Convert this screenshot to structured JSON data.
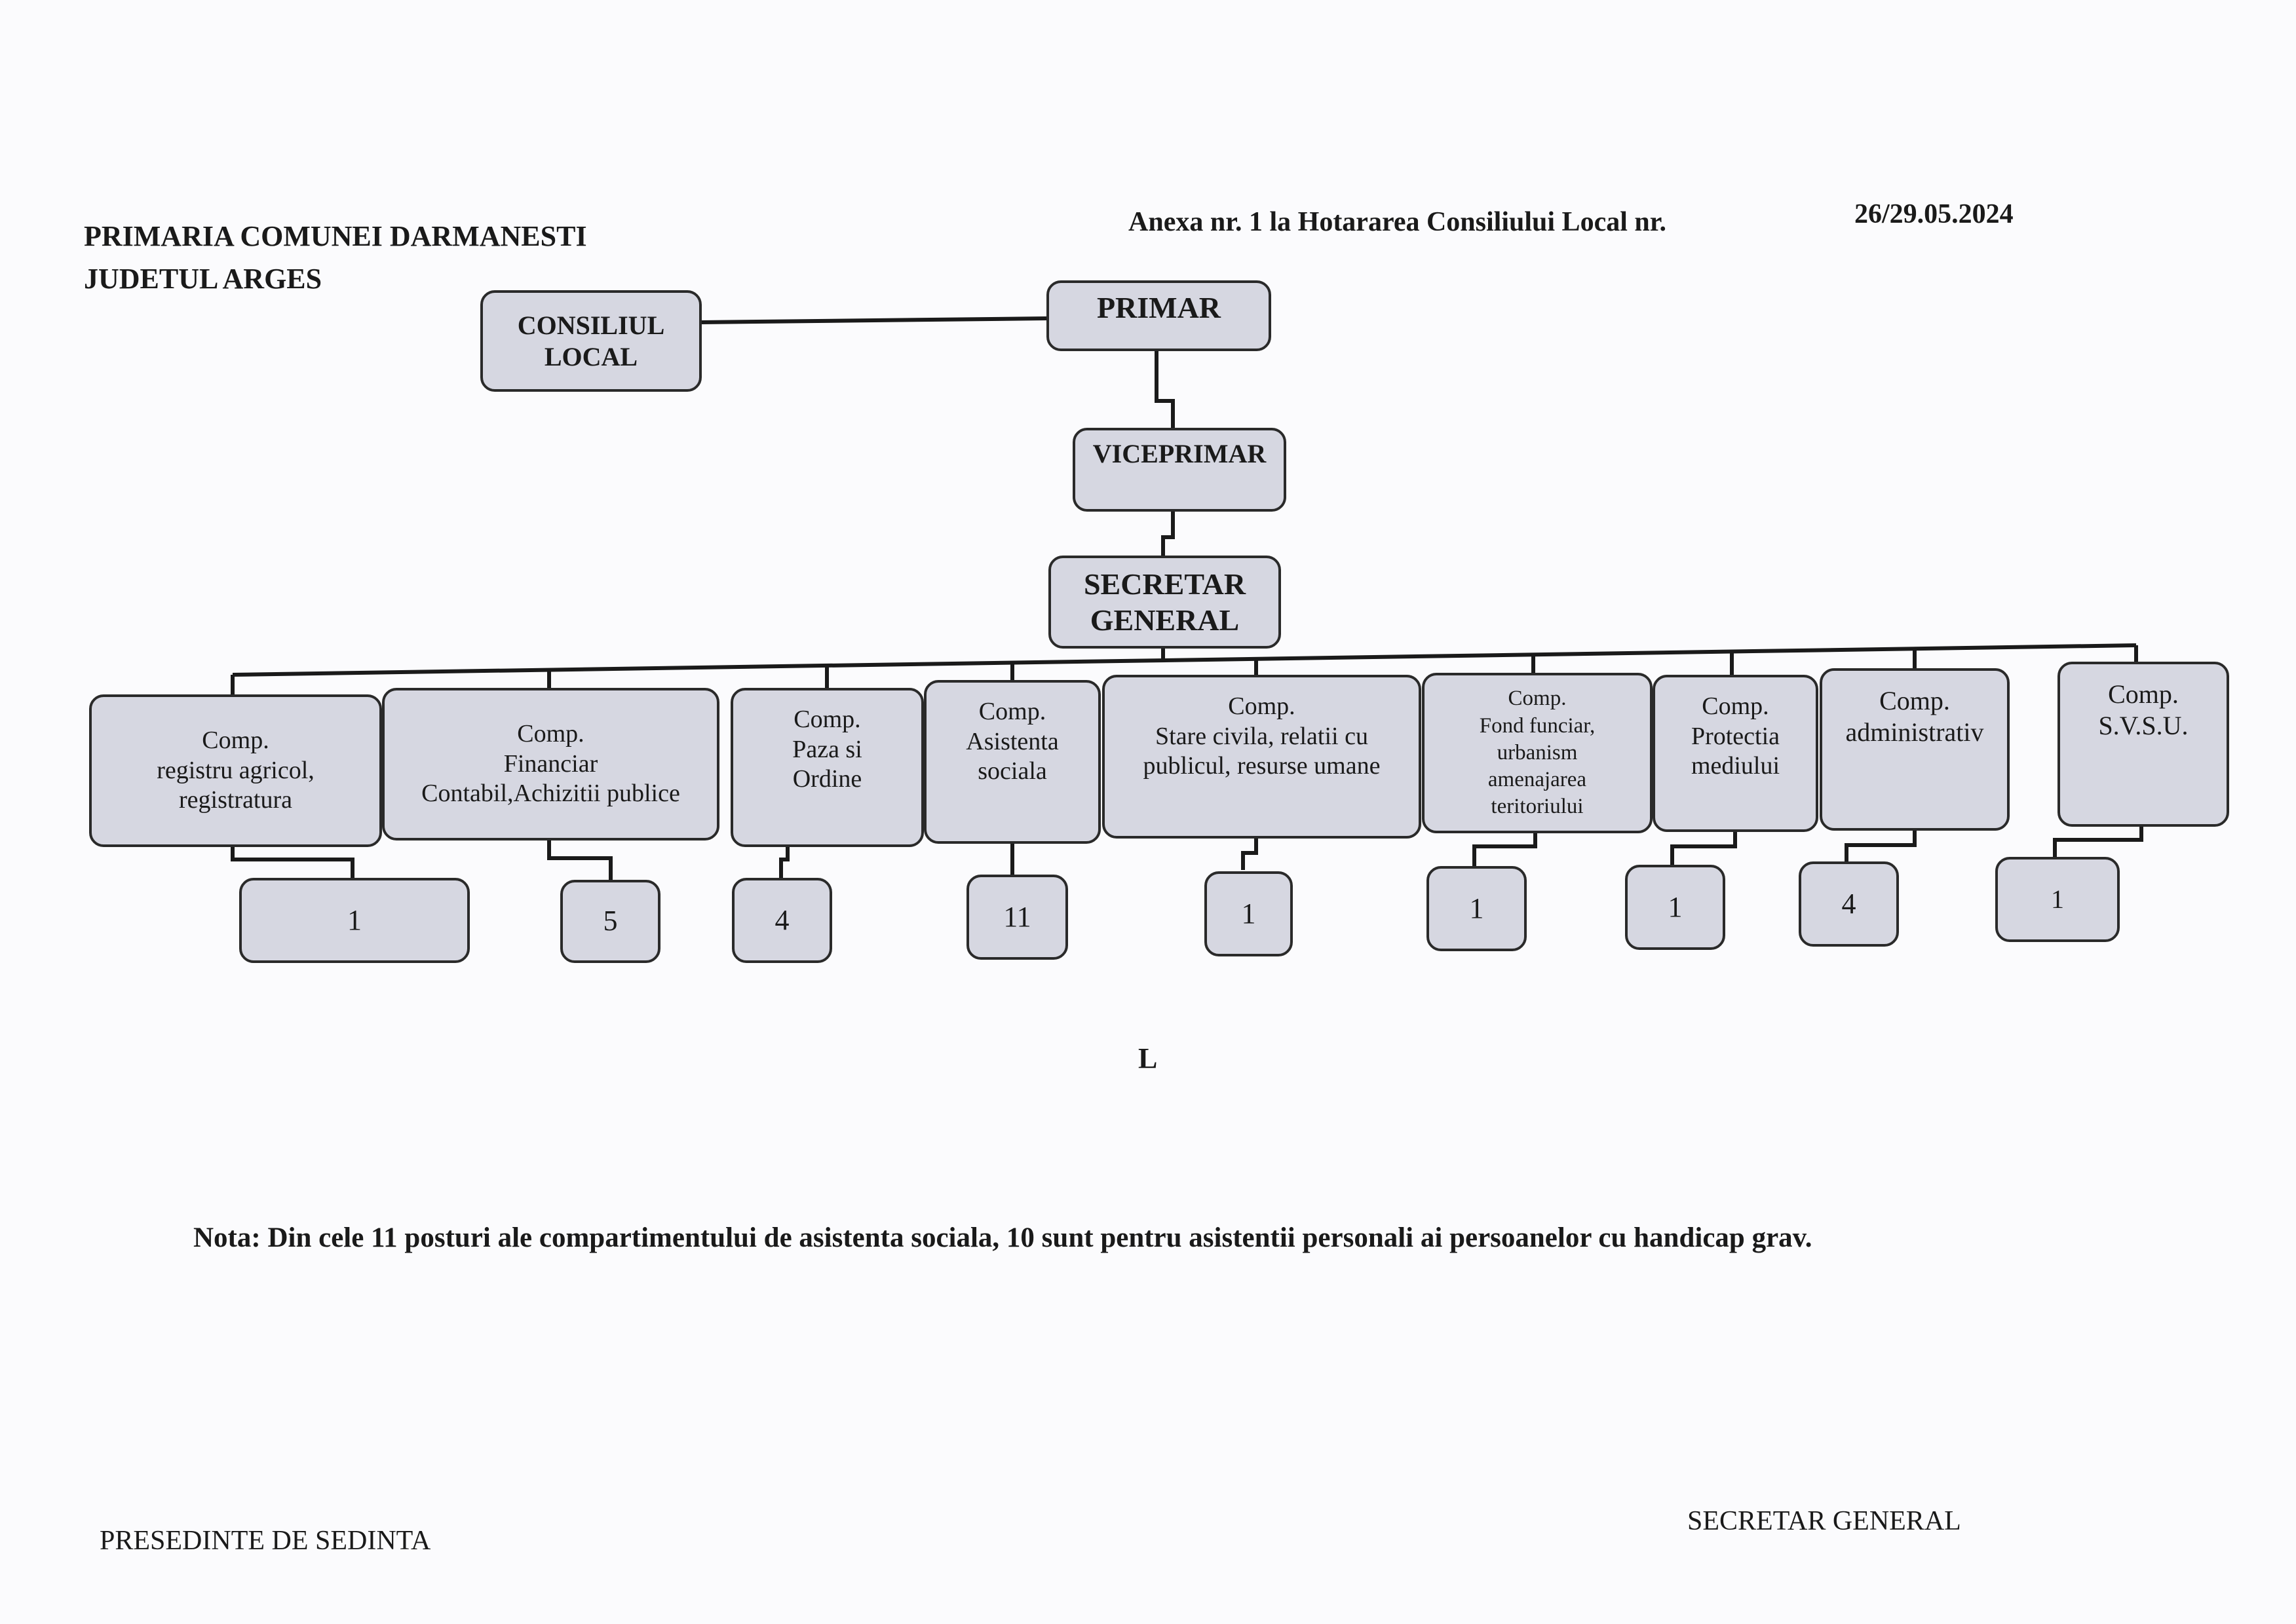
{
  "header": {
    "org_line1": "PRIMARIA COMUNEI DARMANESTI",
    "org_line2": "JUDETUL ARGES",
    "annex_text": "Anexa nr. 1 la Hotararea Consiliului Local  nr.",
    "annex_number": "26/29.05.2024"
  },
  "chart": {
    "council": {
      "line1": "CONSILIUL",
      "line2": "LOCAL"
    },
    "mayor": "PRIMAR",
    "vice_mayor": "VICEPRIMAR",
    "secretary": {
      "line1": "SECRETAR",
      "line2": "GENERAL"
    },
    "departments": [
      {
        "lines": [
          "Comp.",
          "registru agricol,",
          "registratura"
        ],
        "count": "1"
      },
      {
        "lines": [
          "Comp.",
          "Financiar",
          "Contabil,Achizitii publice"
        ],
        "count": "5"
      },
      {
        "lines": [
          "Comp.",
          "Paza si",
          "Ordine"
        ],
        "count": "4"
      },
      {
        "lines": [
          "Comp.",
          "Asistenta",
          "sociala"
        ],
        "count": "11"
      },
      {
        "lines": [
          "Comp.",
          "Stare civila, relatii cu",
          "publicul, resurse umane"
        ],
        "count": "1"
      },
      {
        "lines": [
          "Comp.",
          "Fond funciar,",
          "urbanism",
          "amenajarea",
          "teritoriului"
        ],
        "count": "1"
      },
      {
        "lines": [
          "Comp.",
          "Protectia",
          "mediului"
        ],
        "count": "1"
      },
      {
        "lines": [
          "Comp.",
          "administrativ"
        ],
        "count": "4"
      },
      {
        "lines": [
          "Comp.",
          "S.V.S.U."
        ],
        "count": "1"
      }
    ]
  },
  "stray_mark": "L",
  "note": "Nota: Din cele 11 posturi ale compartimentului de asistenta sociala, 10 sunt pentru asistentii personali ai persoanelor cu handicap grav.",
  "footer": {
    "president": "PRESEDINTE DE SEDINTA",
    "secretary": "SECRETAR GENERAL"
  },
  "colors": {
    "box_fill": "#d6d7e1",
    "line": "#1a1a1a",
    "paper": "#fbfbfd"
  }
}
